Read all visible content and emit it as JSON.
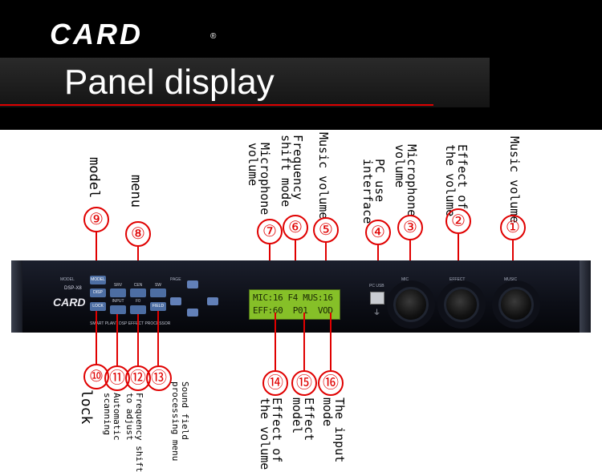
{
  "header": {
    "brand": "CARD",
    "registered": "®",
    "title": "Panel display"
  },
  "callouts_top": [
    {
      "num": "⑨",
      "label": "model"
    },
    {
      "num": "⑧",
      "label": "menu"
    },
    {
      "num": "⑦",
      "label": "Microphone\nvolume"
    },
    {
      "num": "⑥",
      "label": "Frequency\nshift mode"
    },
    {
      "num": "⑤",
      "label": "Music volume"
    },
    {
      "num": "④",
      "label": "PC use\ninterface"
    },
    {
      "num": "③",
      "label": "Microphone\nvolume"
    },
    {
      "num": "②",
      "label": "Effect of\nthe volume"
    },
    {
      "num": "①",
      "label": "Music volume"
    }
  ],
  "callouts_bottom": [
    {
      "num": "⑩",
      "label": "lock"
    },
    {
      "num": "⑪",
      "label": "Automatic\nscanning"
    },
    {
      "num": "⑫",
      "label": "Frequency shift\nto adjust"
    },
    {
      "num": "⑬",
      "label": "Sound field\nprocessing menu"
    },
    {
      "num": "⑭",
      "label": "Effect of\nthe volume"
    },
    {
      "num": "⑮",
      "label": "Effect\nmodel"
    },
    {
      "num": "⑯",
      "label": "The input\nmode"
    }
  ],
  "device": {
    "brand": "CARD",
    "model": "DSP-X8",
    "subtitle": "SMART PLANT DSP EFFECT PROCESSOR",
    "lcd_line1": "MIC:16 F4 MUS:16",
    "lcd_line2": "EFF:60  P01  VOD",
    "pc_label": "PC USB",
    "knobs": [
      "MIC",
      "EFFECT",
      "MUSIC"
    ],
    "buttons_top": [
      "MODEL",
      "DISP",
      "SRV",
      "CEN",
      "SW"
    ],
    "buttons_bottom": [
      "LOCK",
      "INPUT",
      "F0",
      "FIELD"
    ],
    "page_label": "PAGE"
  },
  "colors": {
    "header_bg": "#000000",
    "callout_red": "#e00000",
    "button_blue": "#4d6ea3",
    "lcd_green": "#86c028",
    "device_body": "#0c0e16"
  }
}
